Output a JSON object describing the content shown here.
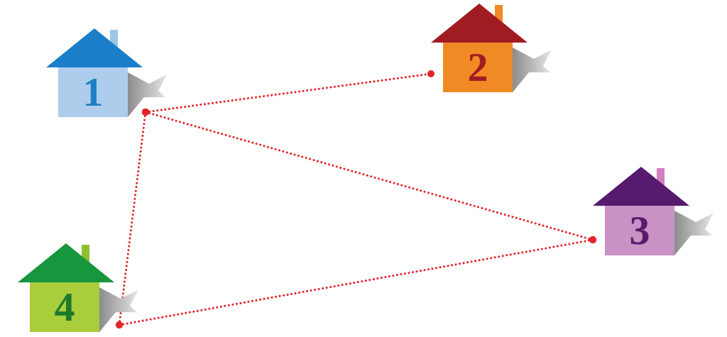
{
  "diagram": {
    "nodes": [
      {
        "text": [
          "1"
        ]
      },
      {
        "text": [
          "2"
        ]
      },
      {
        "text": [
          "3"
        ]
      },
      {
        "text": [
          "4"
        ]
      }
    ],
    "edges": [
      {
        "from": 0,
        "to": 1,
        "arrow": "none"
      },
      {
        "from": 0,
        "to": 2,
        "arrow": "none"
      },
      {
        "from": 0,
        "to": 3,
        "arrow": "none"
      },
      {
        "from": 3,
        "to": 2,
        "arrow": "none"
      }
    ]
  }
}
